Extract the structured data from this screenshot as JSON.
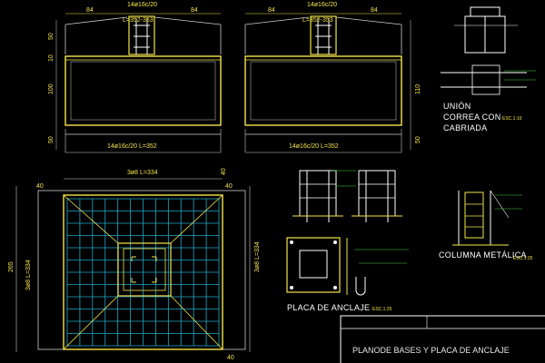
{
  "sheet": {
    "title": "PLANODE BASES Y PLACA DE ANCLAJE"
  },
  "footing_left": {
    "top_width_left": "84",
    "top_width_right": "84",
    "top_bar": "14ø16c/20",
    "top_bar_length": "L=352-353",
    "left_h1": "50",
    "left_h2": "10",
    "left_h3": "100",
    "left_h4": "50",
    "bottom_bar": "14ø16c/20 L=352"
  },
  "footing_right": {
    "top_width_left": "84",
    "top_width_right": "84",
    "top_bar": "14ø16c/20",
    "top_bar_length": "L=352-353",
    "right_h1": "110",
    "right_h2": "50",
    "bottom_bar": "14ø16c/20 L=352"
  },
  "plan": {
    "top_bar": "3ø8 L=334",
    "left_offset": "40",
    "right_offset": "40",
    "left_total": "265",
    "left_bar": "3ø8 L=334",
    "right_bar": "3ø8 L=334",
    "right_bottom_offset": "40",
    "bottom_offset": "40"
  },
  "anchor_plate": {
    "title": "PLACA DE ANCLAJE",
    "scale": "ESC.1:25"
  },
  "union": {
    "line1": "UNIÓN",
    "line2": "CORREA CON",
    "line3": "CABRIADA",
    "scale": "ESC.1:10"
  },
  "column": {
    "title": "COLUMNA METÁLICA",
    "scale": "ESC.1:25"
  }
}
